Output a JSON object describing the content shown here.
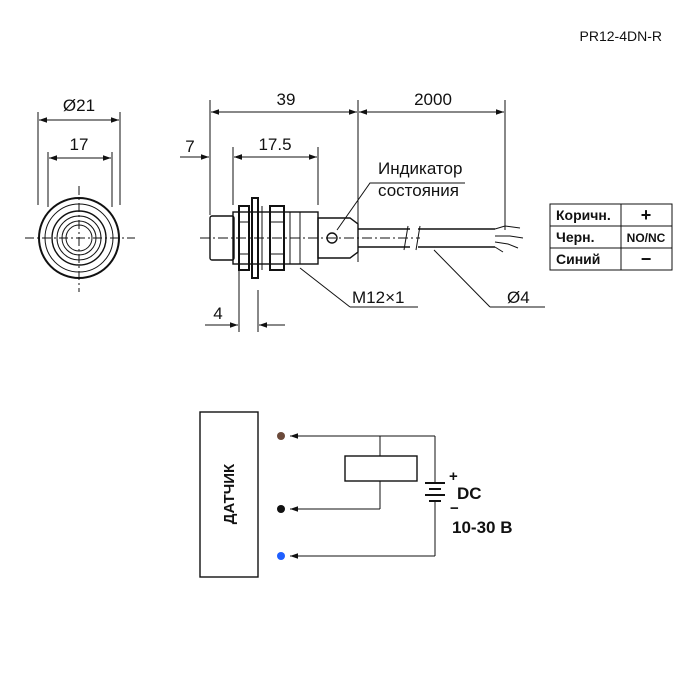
{
  "model": "PR12-4DN-R",
  "front_view": {
    "outer_diameter": "Ø21",
    "hex_width": "17"
  },
  "side_view": {
    "total_length": "39",
    "cable_length": "2000",
    "face_length": "7",
    "thread_length": "17.5",
    "indicator_label_line1": "Индикатор",
    "indicator_label_line2": "состояния",
    "thread": "M12×1",
    "nut_width": "4",
    "cable_diameter": "Ø4"
  },
  "wiring_table": [
    {
      "wire": "Коричн.",
      "function": "+",
      "wire_color": "#8b1a1a",
      "function_color": "#e03030"
    },
    {
      "wire": "Черн.",
      "function": "NO/NC",
      "wire_color": "#111111",
      "function_color": "#111111"
    },
    {
      "wire": "Синий",
      "function": "−",
      "wire_color": "#1f3fbf",
      "function_color": "#1f3fbf"
    }
  ],
  "circuit": {
    "sensor_label": "ДАТЧИК",
    "supply_plus": "+",
    "supply_minus": "−",
    "supply_type": "DC",
    "supply_range": "10-30 В",
    "terminal_colors": [
      "#6b4a3a",
      "#111111",
      "#1f5fff"
    ]
  }
}
